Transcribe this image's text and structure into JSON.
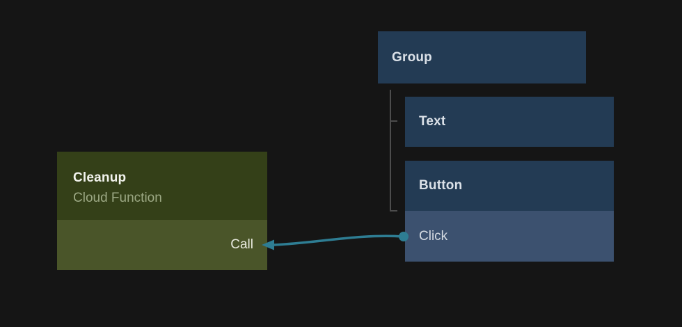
{
  "canvas": {
    "background": "#151515"
  },
  "nodes": {
    "group": {
      "title": "Group",
      "color": "#233b54"
    },
    "text": {
      "title": "Text",
      "color": "#233b54"
    },
    "button": {
      "title": "Button",
      "color": "#233b54",
      "ports": [
        {
          "label": "Click",
          "color": "#3c516f"
        }
      ]
    },
    "cleanup": {
      "title": "Cleanup",
      "subtitle": "Cloud Function",
      "color": "#344018",
      "ports": [
        {
          "label": "Call",
          "color": "#4a5529"
        }
      ]
    }
  },
  "connection": {
    "from": "Click",
    "to": "Call",
    "color": "#2e7d93"
  },
  "tree_connector": {
    "color": "#4c4c4c"
  }
}
